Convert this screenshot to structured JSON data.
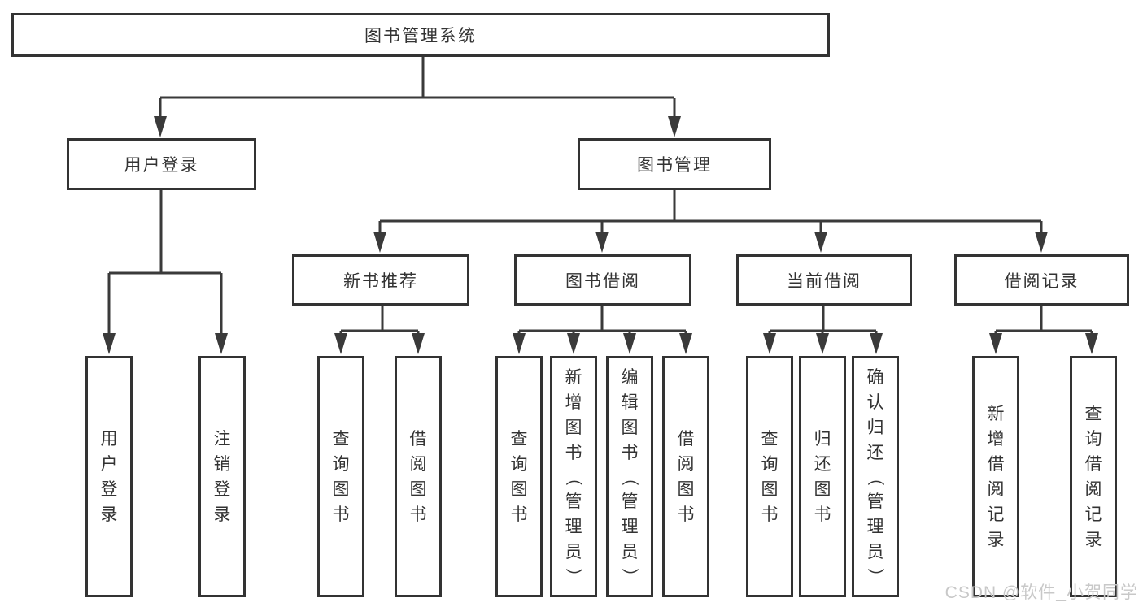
{
  "root": {
    "label": "图书管理系统"
  },
  "level2": {
    "user_login": {
      "label": "用户登录"
    },
    "book_management": {
      "label": "图书管理"
    }
  },
  "level3": {
    "new_book_recommend": {
      "label": "新书推荐"
    },
    "book_borrow": {
      "label": "图书借阅"
    },
    "current_borrow": {
      "label": "当前借阅"
    },
    "borrow_record": {
      "label": "借阅记录"
    }
  },
  "leaves": {
    "user_login": [
      "用户登录",
      "注销登录"
    ],
    "new_book_recommend": [
      "查询图书",
      "借阅图书"
    ],
    "book_borrow": [
      "查询图书",
      "新增图书（管理员）",
      "编辑图书（管理员）",
      "借阅图书"
    ],
    "current_borrow": [
      "查询图书",
      "归还图书",
      "确认归还（管理员）"
    ],
    "borrow_record": [
      "新增借阅记录",
      "查询借阅记录"
    ]
  },
  "watermark": {
    "text": "CSDN @软件_小贺同学"
  },
  "colors": {
    "line": "#3a3a3a",
    "border": "#333333",
    "text": "#333333",
    "watermark": "#c8c8c8"
  }
}
